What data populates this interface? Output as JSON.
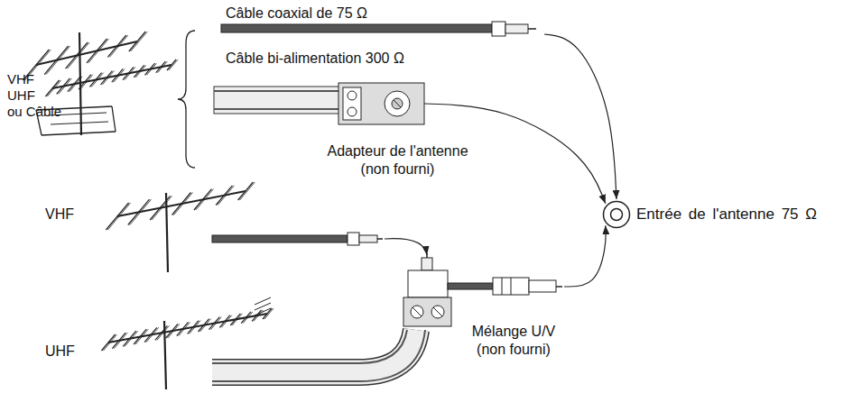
{
  "diagram": {
    "nodes": [
      {
        "text": [
          "Câble coaxial de 75 Ω"
        ]
      },
      {
        "text": [
          "Adapteur de l'antenne (non fourni)"
        ]
      },
      {
        "text": [
          "Entrée de l'antenne 75 Ω"
        ]
      },
      {
        "text": [
          "Mélange U/V (non fourni)"
        ]
      }
    ],
    "edges": [
      {
        "from": 0,
        "to": 2,
        "arrow": "to"
      },
      {
        "from": 1,
        "to": 2,
        "arrow": "to"
      },
      {
        "from": 3,
        "to": 2,
        "arrow": "to"
      }
    ],
    "labels": [
      "VHF",
      "UHF",
      "ou Câble",
      "Câble bi-alimentation 300 Ω",
      "VHF",
      "UHF"
    ]
  }
}
